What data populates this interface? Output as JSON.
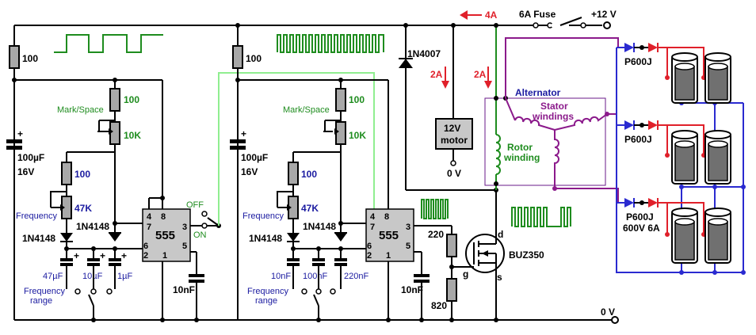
{
  "circuit": {
    "supply": {
      "label": "+12 V",
      "fuse_label": "6A Fuse",
      "current_label": "4A",
      "ground_label": "0 V"
    },
    "oscillator_1": {
      "r_top": "100",
      "cap_main": "100µF",
      "cap_main_voltage": "16V",
      "mark_space_label": "Mark/Space",
      "r_ms": "100",
      "pot_ms": "10K",
      "r_freq": "100",
      "pot_freq": "47K",
      "frequency_label": "Frequency",
      "diode_a": "1N4148",
      "diode_b": "1N4148",
      "chip": "555",
      "caps": [
        "47µF",
        "10µF",
        "1µF"
      ],
      "range_label_1": "Frequency",
      "range_label_2": "range",
      "cap_out": "10nF",
      "switch_off": "OFF",
      "switch_on": "ON"
    },
    "oscillator_2": {
      "r_top": "100",
      "cap_main": "100µF",
      "cap_main_voltage": "16V",
      "mark_space_label": "Mark/Space",
      "r_ms": "100",
      "pot_ms": "10K",
      "r_freq": "100",
      "pot_freq": "47K",
      "frequency_label": "Frequency",
      "diode_a": "1N4148",
      "diode_b": "1N4148",
      "chip": "555",
      "caps": [
        "10nF",
        "100nF",
        "220nF"
      ],
      "range_label_1": "Frequency",
      "range_label_2": "range",
      "cap_out": "10nF",
      "r_gate_top": "220",
      "r_gate_bottom": "820"
    },
    "pins": {
      "p4": "4",
      "p8": "8",
      "p7": "7",
      "p3": "3",
      "p6": "6",
      "p2": "2",
      "p1": "1",
      "p5": "5"
    },
    "diode_1n4007": "1N4007",
    "mosfet": {
      "label": "BUZ350",
      "d": "d",
      "g": "g",
      "s": "s"
    },
    "motor": {
      "line1": "12V",
      "line2": "motor",
      "ground": "0 V",
      "current": "2A"
    },
    "rotor": {
      "line1": "Rotor",
      "line2": "winding",
      "current": "2A"
    },
    "alternator": {
      "title": "Alternator",
      "stator_line1": "Stator",
      "stator_line2": "windings"
    },
    "rectifiers": [
      "P600J",
      "P600J",
      "P600J"
    ],
    "rectifier_rating": "600V 6A",
    "colors": {
      "wire": "#000000",
      "signal_green": "#90ee90",
      "rotor_green": "#1e8c1e",
      "stator_purple": "#8b1a8b",
      "positive_red": "#e0202a",
      "negative_blue": "#2a2ad0"
    }
  }
}
